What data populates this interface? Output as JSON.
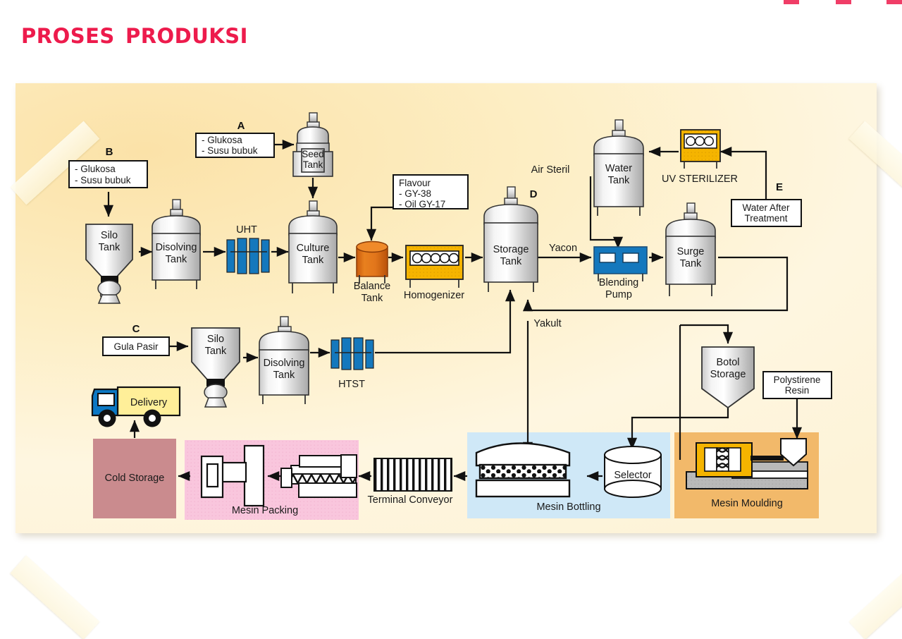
{
  "page": {
    "title": "Proses Produksi",
    "accent_color": "#ed1b4c",
    "paper_color": "#fdeec4"
  },
  "labels": {
    "marker_a": "A",
    "marker_b": "B",
    "marker_c": "C",
    "marker_d": "D",
    "marker_e": "E"
  },
  "diagram": {
    "type": "process-flow",
    "ingredient_boxes": [
      {
        "id": "box-a",
        "marker": "A",
        "lines": [
          "- Glukosa",
          "- Susu bubuk"
        ]
      },
      {
        "id": "box-b",
        "marker": "B",
        "lines": [
          "- Glukosa",
          "- Susu bubuk"
        ]
      },
      {
        "id": "box-c",
        "marker": "C",
        "lines": [
          "Gula Pasir"
        ]
      },
      {
        "id": "box-flavour",
        "marker": "",
        "lines": [
          "Flavour",
          "   - GY-38",
          "   - Oil GY-17"
        ]
      },
      {
        "id": "box-e",
        "marker": "E",
        "lines": [
          "Water After",
          "Treatment"
        ]
      },
      {
        "id": "box-resin",
        "marker": "",
        "lines": [
          "Polystirene",
          "Resin"
        ]
      }
    ],
    "equipment": [
      {
        "id": "seed-tank",
        "label_lines": [
          "Seed",
          "Tank"
        ],
        "kind": "seed-tank"
      },
      {
        "id": "silo-tank-b",
        "label_lines": [
          "Silo",
          "Tank"
        ],
        "kind": "silo"
      },
      {
        "id": "disolving-tank-b",
        "label_lines": [
          "Disolving",
          "Tank"
        ],
        "kind": "tank"
      },
      {
        "id": "uht",
        "label_lines": [
          "UHT"
        ],
        "kind": "plate-heat-exchanger"
      },
      {
        "id": "culture-tank",
        "label_lines": [
          "Culture",
          "Tank"
        ],
        "kind": "tank"
      },
      {
        "id": "balance-tank",
        "label_lines": [
          "Balance",
          "Tank"
        ],
        "kind": "drum-orange"
      },
      {
        "id": "homogenizer",
        "label_lines": [
          "Homogenizer"
        ],
        "kind": "homogenizer-yellow"
      },
      {
        "id": "storage-tank",
        "label_lines": [
          "Storage",
          "Tank"
        ],
        "kind": "tank"
      },
      {
        "id": "water-tank",
        "label_lines": [
          "Water",
          "Tank"
        ],
        "kind": "tank"
      },
      {
        "id": "uv-sterilizer",
        "label_lines": [
          "UV STERILIZER"
        ],
        "kind": "uv-yellow"
      },
      {
        "id": "blending-pump",
        "label_lines": [
          "Blending",
          "Pump"
        ],
        "kind": "pump-blue"
      },
      {
        "id": "surge-tank",
        "label_lines": [
          "Surge",
          "Tank"
        ],
        "kind": "tank"
      },
      {
        "id": "silo-tank-c",
        "label_lines": [
          "Silo",
          "Tank"
        ],
        "kind": "silo"
      },
      {
        "id": "disolving-tank-c",
        "label_lines": [
          "Disolving",
          "Tank"
        ],
        "kind": "tank"
      },
      {
        "id": "htst",
        "label_lines": [
          "HTST"
        ],
        "kind": "plate-heat-exchanger"
      },
      {
        "id": "botol-storage",
        "label_lines": [
          "Botol",
          "Storage"
        ],
        "kind": "hopper"
      },
      {
        "id": "selector",
        "label_lines": [
          "Selector"
        ],
        "kind": "cylinder"
      },
      {
        "id": "mesin-bottling",
        "label_lines": [
          "Mesin Bottling"
        ],
        "kind": "zone-blue"
      },
      {
        "id": "mesin-moulding",
        "label_lines": [
          "Mesin Moulding"
        ],
        "kind": "zone-orange"
      },
      {
        "id": "terminal-conveyor",
        "label_lines": [
          "Terminal Conveyor"
        ],
        "kind": "conveyor"
      },
      {
        "id": "mesin-packing",
        "label_lines": [
          "Mesin Packing"
        ],
        "kind": "zone-pink"
      },
      {
        "id": "cold-storage",
        "label_lines": [
          "Cold Storage"
        ],
        "kind": "zone-mauve"
      },
      {
        "id": "delivery-truck",
        "label_lines": [
          "Delivery"
        ],
        "kind": "truck"
      }
    ],
    "stream_labels": [
      {
        "id": "air-steril",
        "text": "Air Steril"
      },
      {
        "id": "yacon",
        "text": "Yacon"
      },
      {
        "id": "yakult",
        "text": "Yakult"
      }
    ],
    "zone_colors": {
      "bottling": "#cfe8f7",
      "moulding": "#f2b96a",
      "packing": "#f9c6dd",
      "cold_storage": "#ca8b8e",
      "truck_body": "#ffef99",
      "truck_cab": "#0b78c4",
      "equipment_blue": "#1478bd",
      "equipment_yellow": "#f5b400",
      "equipment_orange": "#e2761b"
    }
  }
}
